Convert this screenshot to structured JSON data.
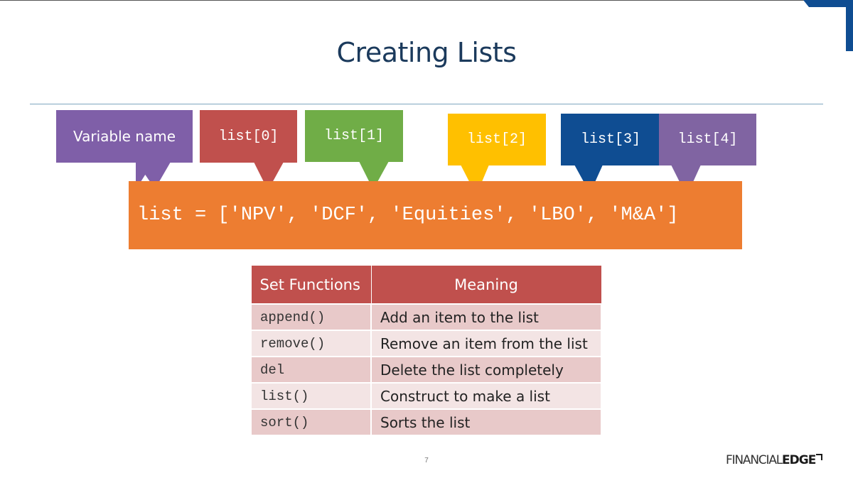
{
  "slide": {
    "title": "Creating Lists",
    "page_number": "7"
  },
  "callouts": [
    {
      "label": "Variable name",
      "color": "#7f5fa8"
    },
    {
      "label": "list[0]",
      "color": "#c0504d"
    },
    {
      "label": "list[1]",
      "color": "#70ad47"
    },
    {
      "label": "list[2]",
      "color": "#ffc000"
    },
    {
      "label": "list[3]",
      "color": "#0f4d92"
    },
    {
      "label": "list[4]",
      "color": "#8064a2"
    }
  ],
  "code": {
    "line": "list = ['NPV', 'DCF', 'Equities', 'LBO', 'M&A']",
    "background": "#ed7d31"
  },
  "table": {
    "headers": [
      "Set Functions",
      "Meaning"
    ],
    "rows": [
      {
        "function": "append()",
        "meaning": "Add an item to the list"
      },
      {
        "function": "remove()",
        "meaning": "Remove an item from the list"
      },
      {
        "function": "del",
        "meaning": "Delete the list completely"
      },
      {
        "function": "list()",
        "meaning": "Construct to make a list"
      },
      {
        "function": "sort()",
        "meaning": "Sorts the list"
      }
    ],
    "header_color": "#c0504d"
  },
  "logo": {
    "thin_text": "FINANCIAL",
    "bold_text": "EDGE"
  },
  "colors": {
    "title": "#1b3a5c",
    "corner_accent": "#0f4d92"
  }
}
